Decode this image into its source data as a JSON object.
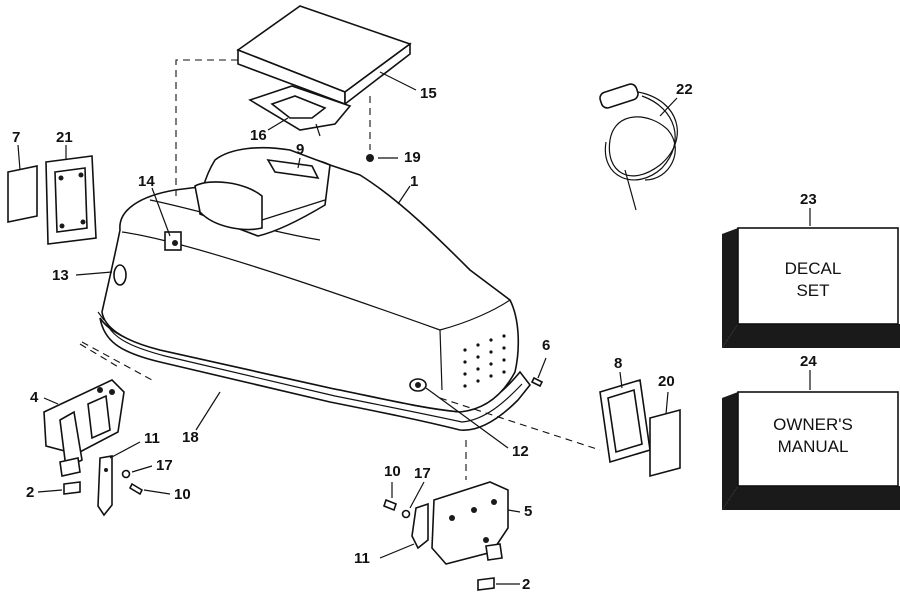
{
  "callouts": {
    "p1": "1",
    "p2a": "2",
    "p2b": "2",
    "p4": "4",
    "p5": "5",
    "p6": "6",
    "p7": "7",
    "p8": "8",
    "p9": "9",
    "p10a": "10",
    "p10b": "10",
    "p11a": "11",
    "p11b": "11",
    "p12": "12",
    "p13": "13",
    "p14": "14",
    "p15": "15",
    "p16": "16",
    "p17a": "17",
    "p17b": "17",
    "p18": "18",
    "p19": "19",
    "p20": "20",
    "p21": "21",
    "p22": "22",
    "p23": "23",
    "p24": "24"
  },
  "boxes": {
    "decal_line1": "DECAL",
    "decal_line2": "SET",
    "manual_line1": "OWNER'S",
    "manual_line2": "MANUAL"
  }
}
